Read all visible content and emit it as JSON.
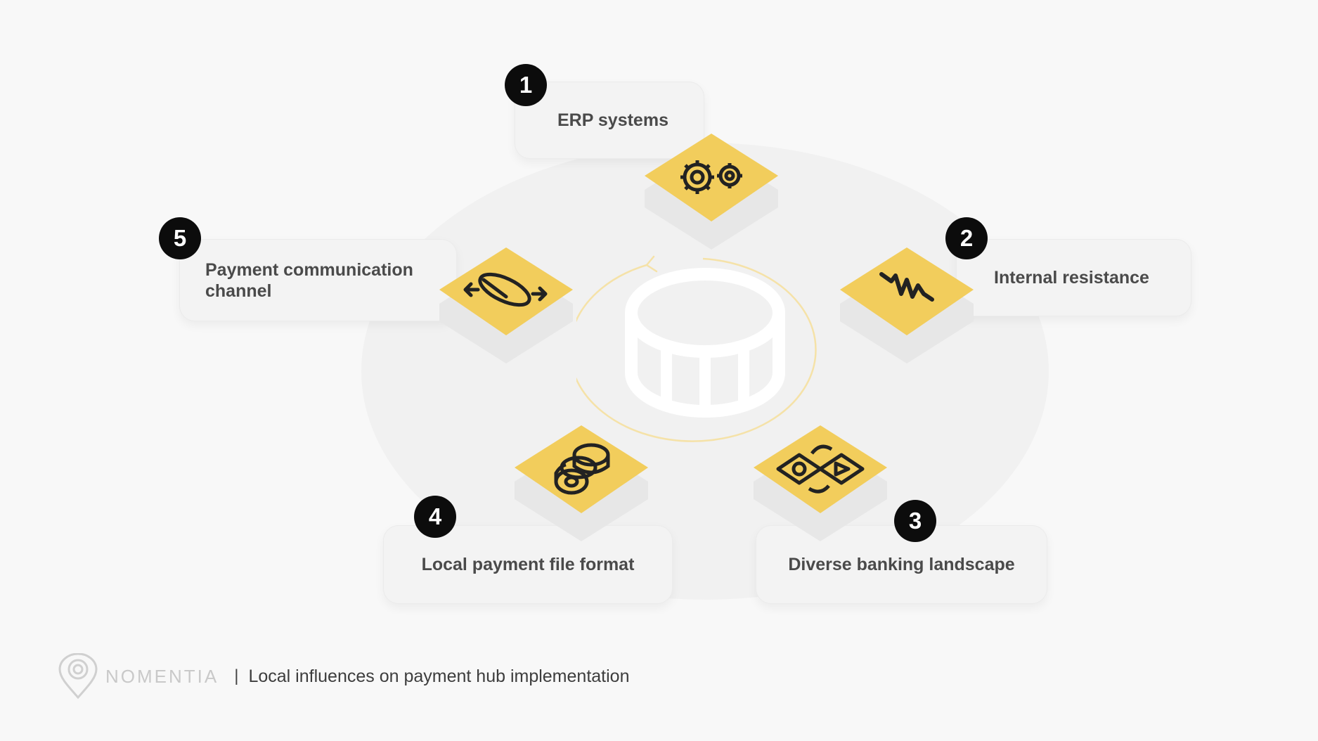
{
  "items": [
    {
      "number": "1",
      "label": "ERP systems",
      "icon": "gears-icon"
    },
    {
      "number": "2",
      "label": "Internal resistance",
      "icon": "zigzag-resistor-icon"
    },
    {
      "number": "3",
      "label": "Diverse banking landscape",
      "icon": "exchange-icon"
    },
    {
      "number": "4",
      "label": "Local payment file format",
      "icon": "coins-icon"
    },
    {
      "number": "5",
      "label": "Payment communication channel",
      "icon": "transfer-coin-icon"
    }
  ],
  "footer": {
    "brand": "NOMENTIA",
    "separator": "|",
    "caption": "Local influences on payment hub implementation"
  },
  "colors": {
    "accent": "#f2cd5c",
    "badge": "#0c0c0c",
    "background": "#f8f8f8"
  }
}
